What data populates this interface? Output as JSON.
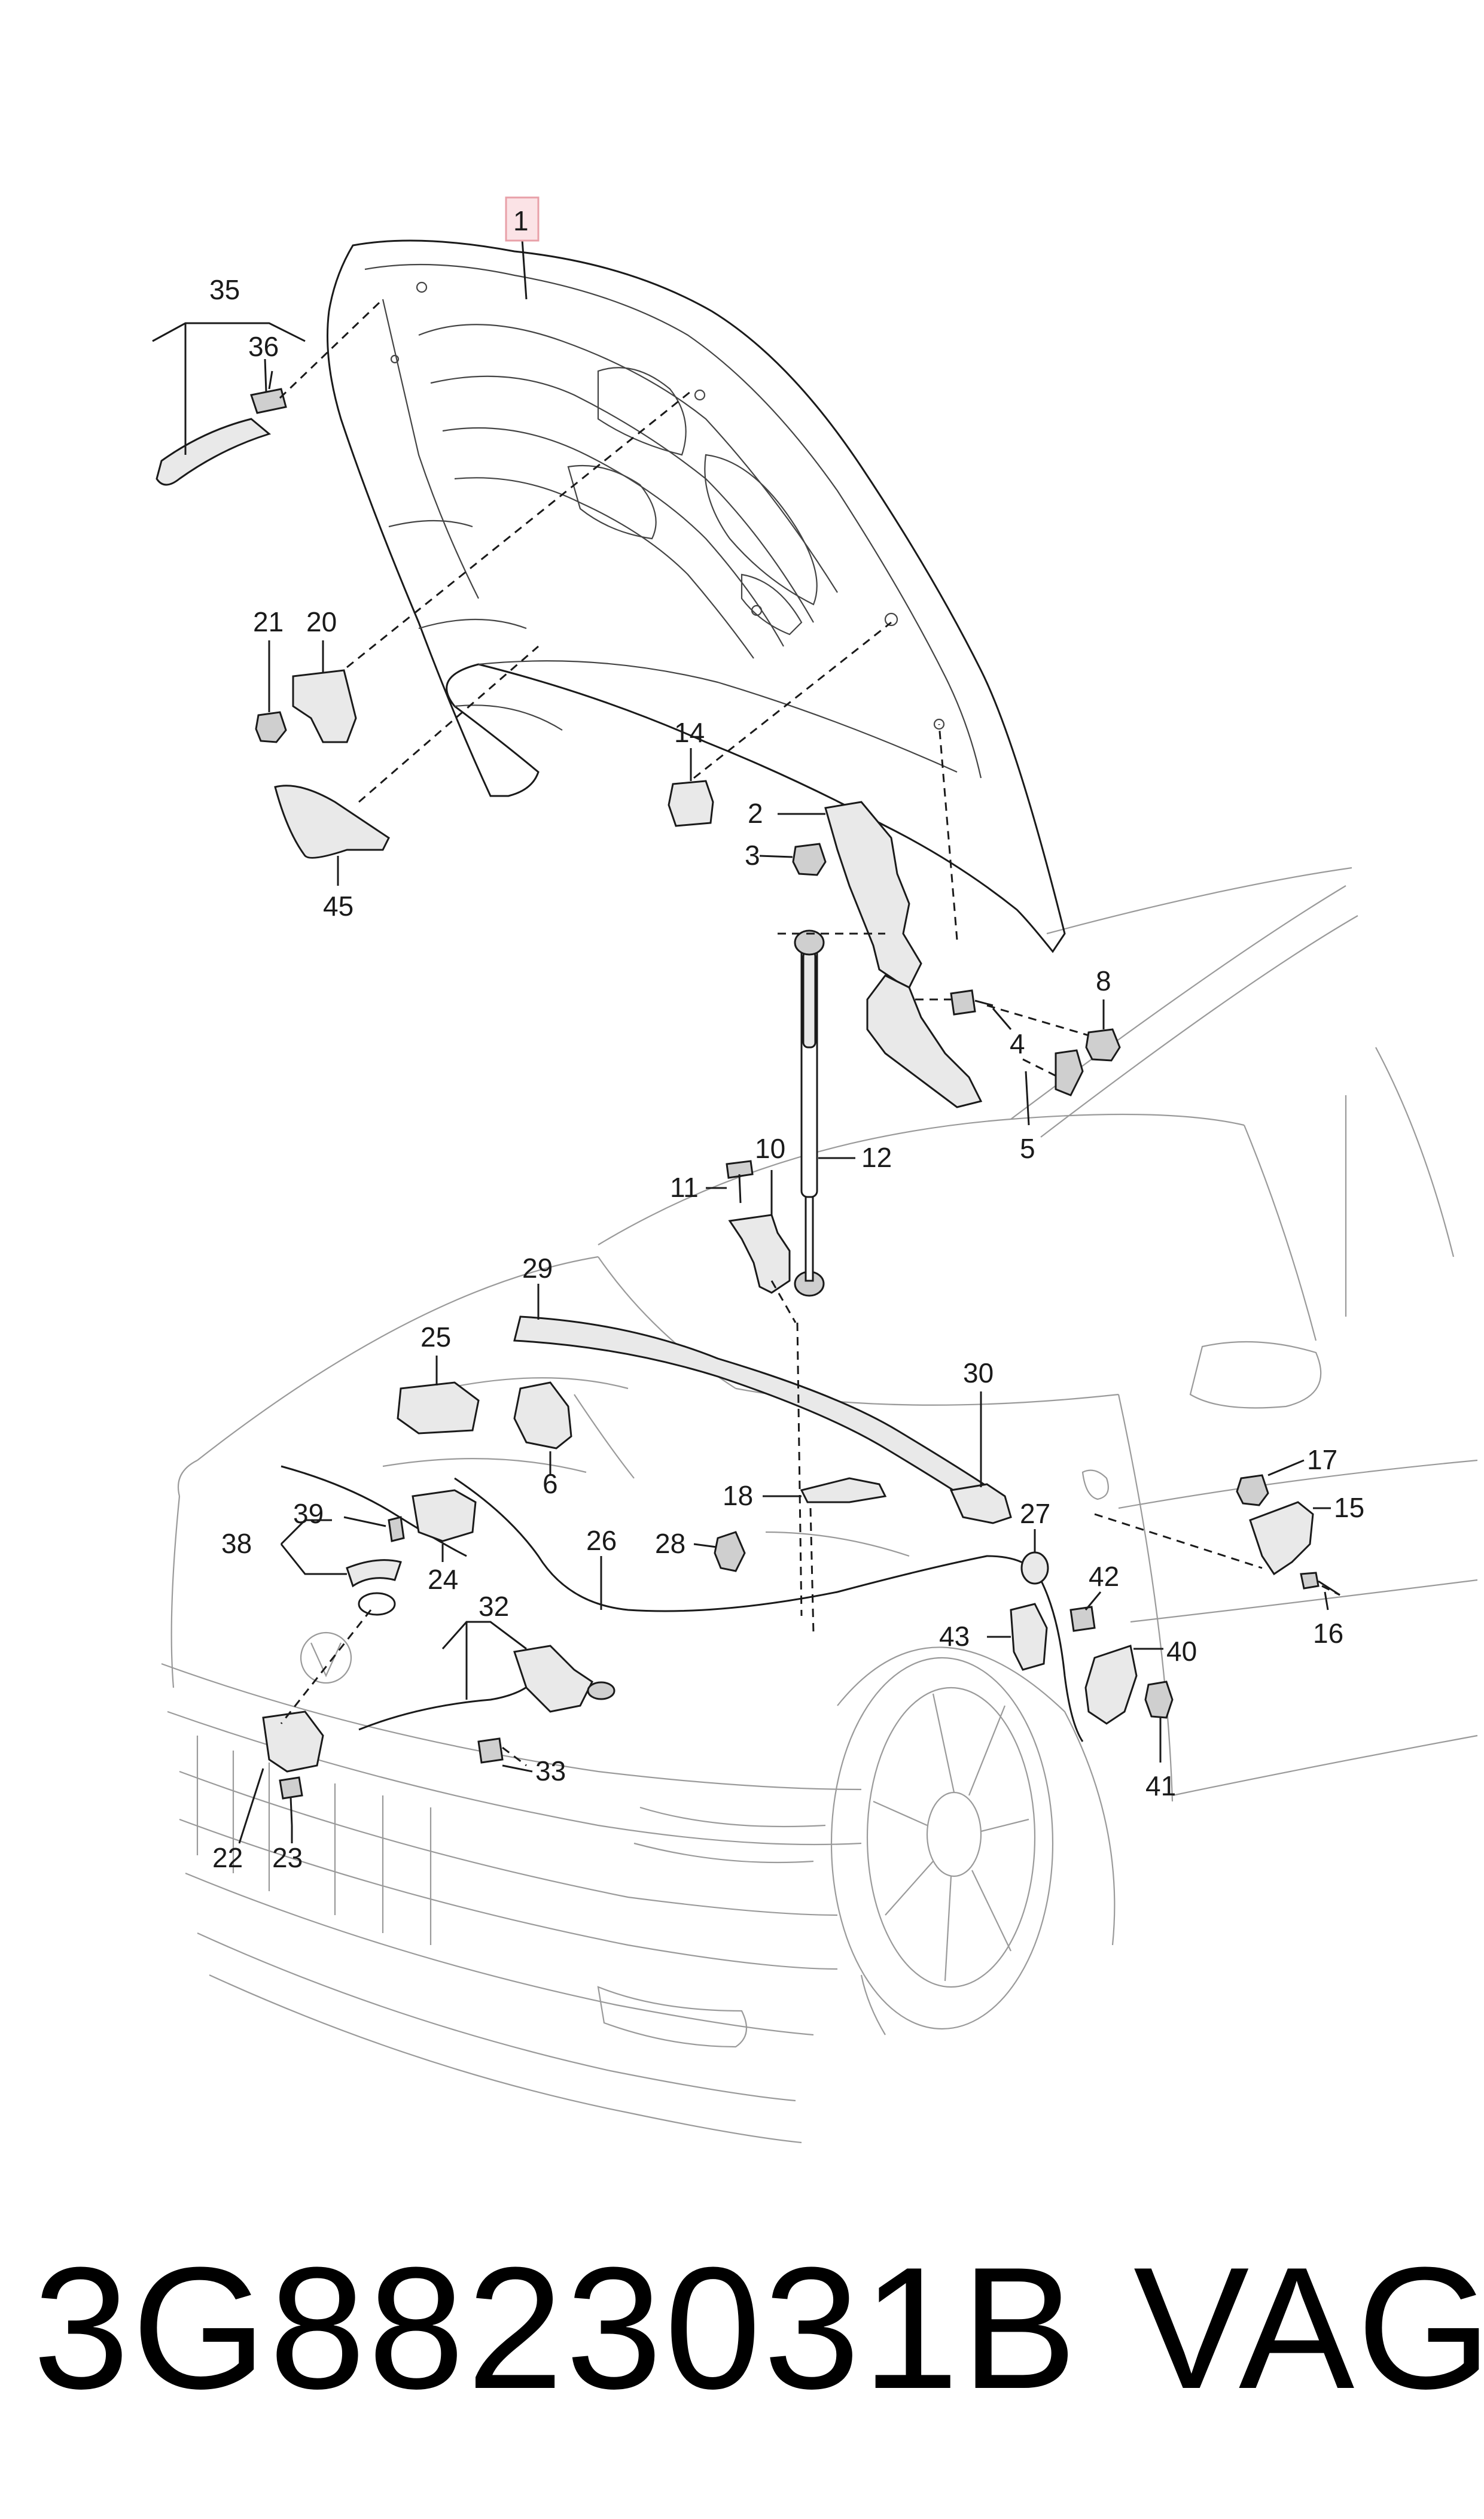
{
  "diagram": {
    "callouts": [
      {
        "id": "1",
        "label": "1",
        "highlighted": true
      },
      {
        "id": "2",
        "label": "2"
      },
      {
        "id": "3",
        "label": "3"
      },
      {
        "id": "4",
        "label": "4"
      },
      {
        "id": "5",
        "label": "5"
      },
      {
        "id": "6",
        "label": "6"
      },
      {
        "id": "8",
        "label": "8"
      },
      {
        "id": "10",
        "label": "10"
      },
      {
        "id": "11",
        "label": "11"
      },
      {
        "id": "12",
        "label": "12"
      },
      {
        "id": "14",
        "label": "14"
      },
      {
        "id": "15",
        "label": "15"
      },
      {
        "id": "16",
        "label": "16"
      },
      {
        "id": "17",
        "label": "17"
      },
      {
        "id": "18",
        "label": "18"
      },
      {
        "id": "20",
        "label": "20"
      },
      {
        "id": "21",
        "label": "21"
      },
      {
        "id": "22",
        "label": "22"
      },
      {
        "id": "23",
        "label": "23"
      },
      {
        "id": "24",
        "label": "24"
      },
      {
        "id": "25",
        "label": "25"
      },
      {
        "id": "26",
        "label": "26"
      },
      {
        "id": "27",
        "label": "27"
      },
      {
        "id": "28",
        "label": "28"
      },
      {
        "id": "29",
        "label": "29"
      },
      {
        "id": "30",
        "label": "30"
      },
      {
        "id": "32",
        "label": "32"
      },
      {
        "id": "33",
        "label": "33"
      },
      {
        "id": "35",
        "label": "35"
      },
      {
        "id": "36",
        "label": "36"
      },
      {
        "id": "38",
        "label": "38"
      },
      {
        "id": "39",
        "label": "39"
      },
      {
        "id": "40",
        "label": "40"
      },
      {
        "id": "41",
        "label": "41"
      },
      {
        "id": "42",
        "label": "42"
      },
      {
        "id": "43",
        "label": "43"
      },
      {
        "id": "45",
        "label": "45"
      }
    ],
    "highlight_color": "#e8a0a8"
  },
  "footer": {
    "part_number": "3G8823031B",
    "brand": "VAG"
  }
}
